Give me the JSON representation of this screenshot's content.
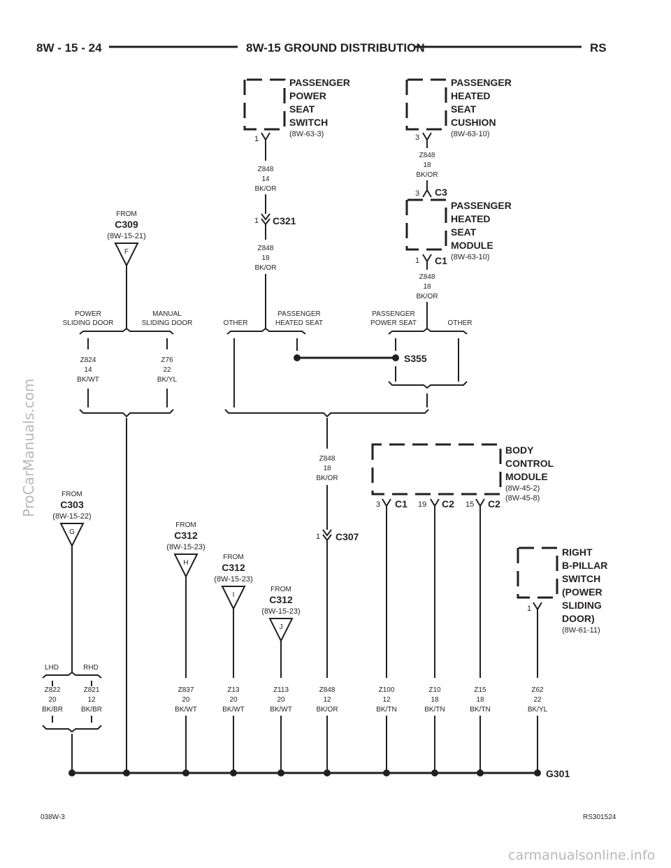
{
  "header": {
    "left": "8W - 15 - 24",
    "title": "8W-15 GROUND DISTRIBUTION",
    "right": "RS"
  },
  "footer": {
    "left": "038W-3",
    "right": "RS301524"
  },
  "watermarks": {
    "side": "ProCarManuals.com",
    "bottom": "carmanualsonline.info"
  },
  "components": {
    "power_seat_switch": {
      "l1": "PASSENGER",
      "l2": "POWER",
      "l3": "SEAT",
      "l4": "SWITCH",
      "ref": "(8W-63-3)",
      "pin": "1"
    },
    "heated_seat_cushion": {
      "l1": "PASSENGER",
      "l2": "HEATED",
      "l3": "SEAT",
      "l4": "CUSHION",
      "ref": "(8W-63-10)",
      "pin": "3"
    },
    "heated_seat_module": {
      "l1": "PASSENGER",
      "l2": "HEATED",
      "l3": "SEAT",
      "l4": "MODULE",
      "ref": "(8W-63-10)",
      "pin_top": "3",
      "conn_top": "C3",
      "pin_bot": "1",
      "conn_bot": "C1"
    },
    "bcm": {
      "l1": "BODY",
      "l2": "CONTROL",
      "l3": "MODULE",
      "ref1": "(8W-45-2)",
      "ref2": "(8W-45-8)",
      "p1": "3",
      "c1": "C1",
      "p2": "19",
      "c2": "C2",
      "p3": "15",
      "c3": "C2"
    },
    "bpillar": {
      "l1": "RIGHT",
      "l2": "B-PILLAR",
      "l3": "SWITCH",
      "l4": "(POWER",
      "l5": "SLIDING",
      "l6": "DOOR)",
      "ref": "(8W-61-11)",
      "pin": "1"
    }
  },
  "connectors": {
    "c321": {
      "pin": "1",
      "name": "C321"
    },
    "c307": {
      "pin": "1",
      "name": "C307"
    },
    "s355": "S355",
    "g301": "G301"
  },
  "froms": [
    {
      "from": "FROM",
      "conn": "C309",
      "ref": "(8W-15-21)",
      "letter": "F"
    },
    {
      "from": "FROM",
      "conn": "C303",
      "ref": "(8W-15-22)",
      "letter": "G"
    },
    {
      "from": "FROM",
      "conn": "C312",
      "ref": "(8W-15-23)",
      "letter": "H"
    },
    {
      "from": "FROM",
      "conn": "C312",
      "ref": "(8W-15-23)",
      "letter": "I"
    },
    {
      "from": "FROM",
      "conn": "C312",
      "ref": "(8W-15-23)",
      "letter": "J"
    }
  ],
  "options": {
    "power_sliding": "POWER",
    "power_sliding2": "SLIDING DOOR",
    "manual_sliding": "MANUAL",
    "manual_sliding2": "SLIDING DOOR",
    "other_a": "OTHER",
    "heated_a": "PASSENGER",
    "heated_b": "HEATED SEAT",
    "pseat_a": "PASSENGER",
    "pseat_b": "POWER SEAT",
    "other_b": "OTHER",
    "lhd": "LHD",
    "rhd": "RHD"
  },
  "wires": {
    "z848_14": {
      "id": "Z848",
      "ga": "14",
      "col": "BK/OR"
    },
    "z848_18a": {
      "id": "Z848",
      "ga": "18",
      "col": "BK/OR"
    },
    "z848_18b": {
      "id": "Z848",
      "ga": "18",
      "col": "BK/OR"
    },
    "z848_18c": {
      "id": "Z848",
      "ga": "18",
      "col": "BK/OR"
    },
    "z848_18d": {
      "id": "Z848",
      "ga": "18",
      "col": "BK/OR"
    },
    "z824": {
      "id": "Z824",
      "ga": "14",
      "col": "BK/WT"
    },
    "z76": {
      "id": "Z76",
      "ga": "22",
      "col": "BK/YL"
    },
    "bottom": [
      {
        "id": "Z822",
        "ga": "20",
        "col": "BK/BR"
      },
      {
        "id": "Z821",
        "ga": "12",
        "col": "BK/BR"
      },
      {
        "id": "Z837",
        "ga": "20",
        "col": "BK/WT"
      },
      {
        "id": "Z13",
        "ga": "20",
        "col": "BK/WT"
      },
      {
        "id": "Z113",
        "ga": "20",
        "col": "BK/WT"
      },
      {
        "id": "Z848",
        "ga": "12",
        "col": "BK/OR"
      },
      {
        "id": "Z100",
        "ga": "12",
        "col": "BK/TN"
      },
      {
        "id": "Z10",
        "ga": "18",
        "col": "BK/TN"
      },
      {
        "id": "Z15",
        "ga": "18",
        "col": "BK/TN"
      },
      {
        "id": "Z62",
        "ga": "22",
        "col": "BK/YL"
      }
    ]
  }
}
